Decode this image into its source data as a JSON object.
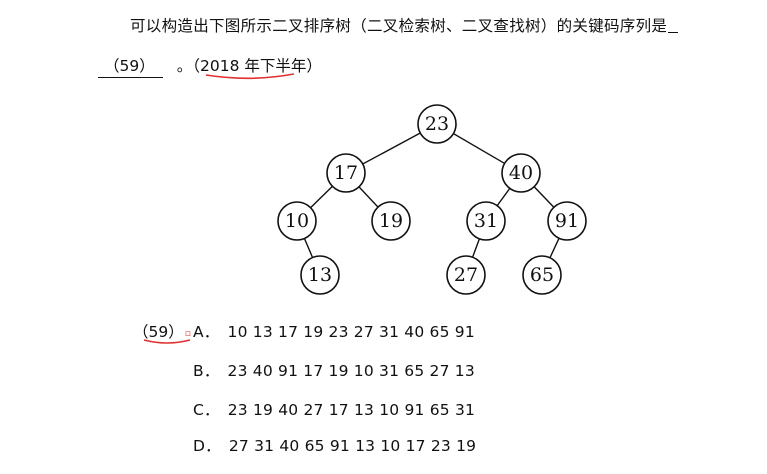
{
  "question": {
    "stem": "可以构造出下图所示二叉排序树（二叉检索树、二叉查找树）的关键码序列是",
    "blank_label": "（59）",
    "period": "。",
    "source_open": "（",
    "source_year": "2018 年下半年",
    "source_close": "）"
  },
  "tree": {
    "root": "23",
    "left": "17",
    "right": "40",
    "left_left": "10",
    "left_right": "19",
    "right_left": "31",
    "right_right": "91",
    "left_left_right": "13",
    "right_left_left": "27",
    "right_right_left": "65"
  },
  "answer_block": {
    "label": "（59）",
    "options": [
      {
        "letter": "A．",
        "text": "10 13 17 19 23 27 31 40 65 91"
      },
      {
        "letter": "B．",
        "text": "23 40 91 17 19 10 31 65 27 13"
      },
      {
        "letter": "C．",
        "text": "23 19 40 27 17 13 10 91 65 31"
      },
      {
        "letter": "D．",
        "text": "27 31 40 65 91 13 10 17 23 19"
      }
    ]
  },
  "colors": {
    "ink": "#111111",
    "mark_red": "#e03030"
  }
}
